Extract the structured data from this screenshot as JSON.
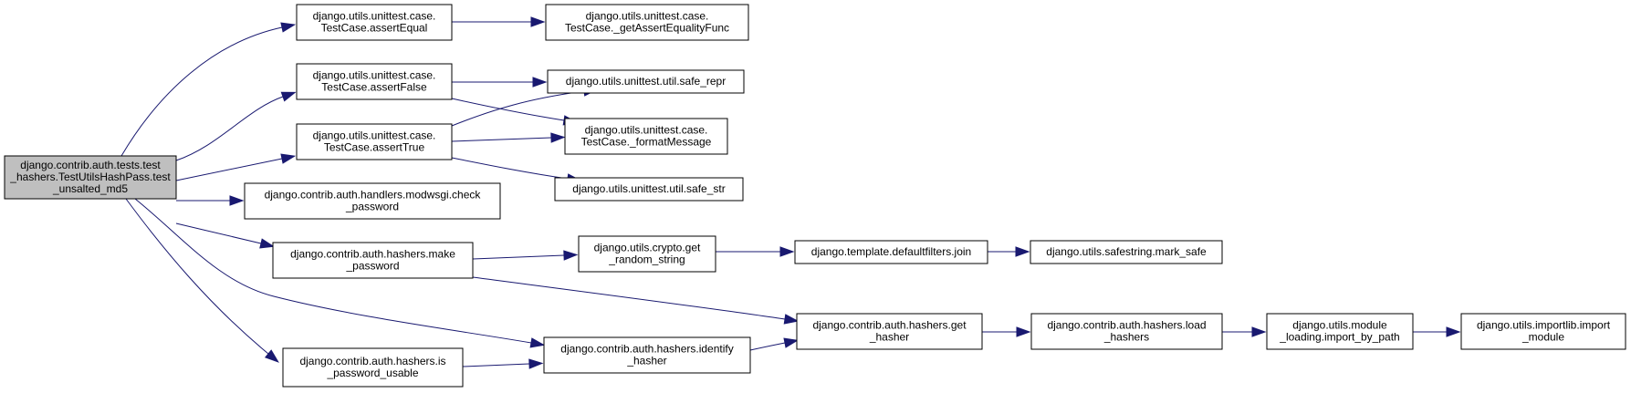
{
  "graph": {
    "nodes": [
      {
        "id": "root",
        "lines": [
          "django.contrib.auth.tests.test",
          "_hashers.TestUtilsHashPass.test",
          "_unsalted_md5"
        ],
        "highlighted": true
      },
      {
        "id": "assertEqual",
        "lines": [
          "django.utils.unittest.case.",
          "TestCase.assertEqual"
        ]
      },
      {
        "id": "getAssertEqualityFunc",
        "lines": [
          "django.utils.unittest.case.",
          "TestCase._getAssertEqualityFunc"
        ]
      },
      {
        "id": "assertFalse",
        "lines": [
          "django.utils.unittest.case.",
          "TestCase.assertFalse"
        ]
      },
      {
        "id": "safe_repr",
        "lines": [
          "django.utils.unittest.util.safe_repr"
        ]
      },
      {
        "id": "formatMessage",
        "lines": [
          "django.utils.unittest.case.",
          "TestCase._formatMessage"
        ]
      },
      {
        "id": "assertTrue",
        "lines": [
          "django.utils.unittest.case.",
          "TestCase.assertTrue"
        ]
      },
      {
        "id": "safe_str",
        "lines": [
          "django.utils.unittest.util.safe_str"
        ]
      },
      {
        "id": "check_password",
        "lines": [
          "django.contrib.auth.handlers.modwsgi.check",
          "_password"
        ]
      },
      {
        "id": "make_password",
        "lines": [
          "django.contrib.auth.hashers.make",
          "_password"
        ]
      },
      {
        "id": "get_random_string",
        "lines": [
          "django.utils.crypto.get",
          "_random_string"
        ]
      },
      {
        "id": "join",
        "lines": [
          "django.template.defaultfilters.join"
        ]
      },
      {
        "id": "mark_safe",
        "lines": [
          "django.utils.safestring.mark_safe"
        ]
      },
      {
        "id": "get_hasher",
        "lines": [
          "django.contrib.auth.hashers.get",
          "_hasher"
        ]
      },
      {
        "id": "load_hashers",
        "lines": [
          "django.contrib.auth.hashers.load",
          "_hashers"
        ]
      },
      {
        "id": "import_by_path",
        "lines": [
          "django.utils.module",
          "_loading.import_by_path"
        ]
      },
      {
        "id": "import_module",
        "lines": [
          "django.utils.importlib.import",
          "_module"
        ]
      },
      {
        "id": "identify_hasher",
        "lines": [
          "django.contrib.auth.hashers.identify",
          "_hasher"
        ]
      },
      {
        "id": "is_password_usable",
        "lines": [
          "django.contrib.auth.hashers.is",
          "_password_usable"
        ]
      }
    ],
    "edges": [
      {
        "from": "root",
        "to": "assertEqual"
      },
      {
        "from": "assertEqual",
        "to": "getAssertEqualityFunc"
      },
      {
        "from": "root",
        "to": "assertFalse"
      },
      {
        "from": "assertFalse",
        "to": "safe_repr"
      },
      {
        "from": "assertFalse",
        "to": "formatMessage"
      },
      {
        "from": "root",
        "to": "assertTrue"
      },
      {
        "from": "assertTrue",
        "to": "safe_repr"
      },
      {
        "from": "assertTrue",
        "to": "formatMessage"
      },
      {
        "from": "assertTrue",
        "to": "safe_str"
      },
      {
        "from": "root",
        "to": "check_password"
      },
      {
        "from": "root",
        "to": "make_password"
      },
      {
        "from": "make_password",
        "to": "get_random_string"
      },
      {
        "from": "get_random_string",
        "to": "join"
      },
      {
        "from": "join",
        "to": "mark_safe"
      },
      {
        "from": "make_password",
        "to": "get_hasher"
      },
      {
        "from": "get_hasher",
        "to": "load_hashers"
      },
      {
        "from": "load_hashers",
        "to": "import_by_path"
      },
      {
        "from": "import_by_path",
        "to": "import_module"
      },
      {
        "from": "root",
        "to": "identify_hasher"
      },
      {
        "from": "identify_hasher",
        "to": "get_hasher"
      },
      {
        "from": "root",
        "to": "is_password_usable"
      },
      {
        "from": "is_password_usable",
        "to": "identify_hasher"
      }
    ],
    "colors": {
      "edge": "#191970",
      "root_fill": "#bfbfbf",
      "node_fill": "#ffffff",
      "border": "#000000"
    }
  }
}
